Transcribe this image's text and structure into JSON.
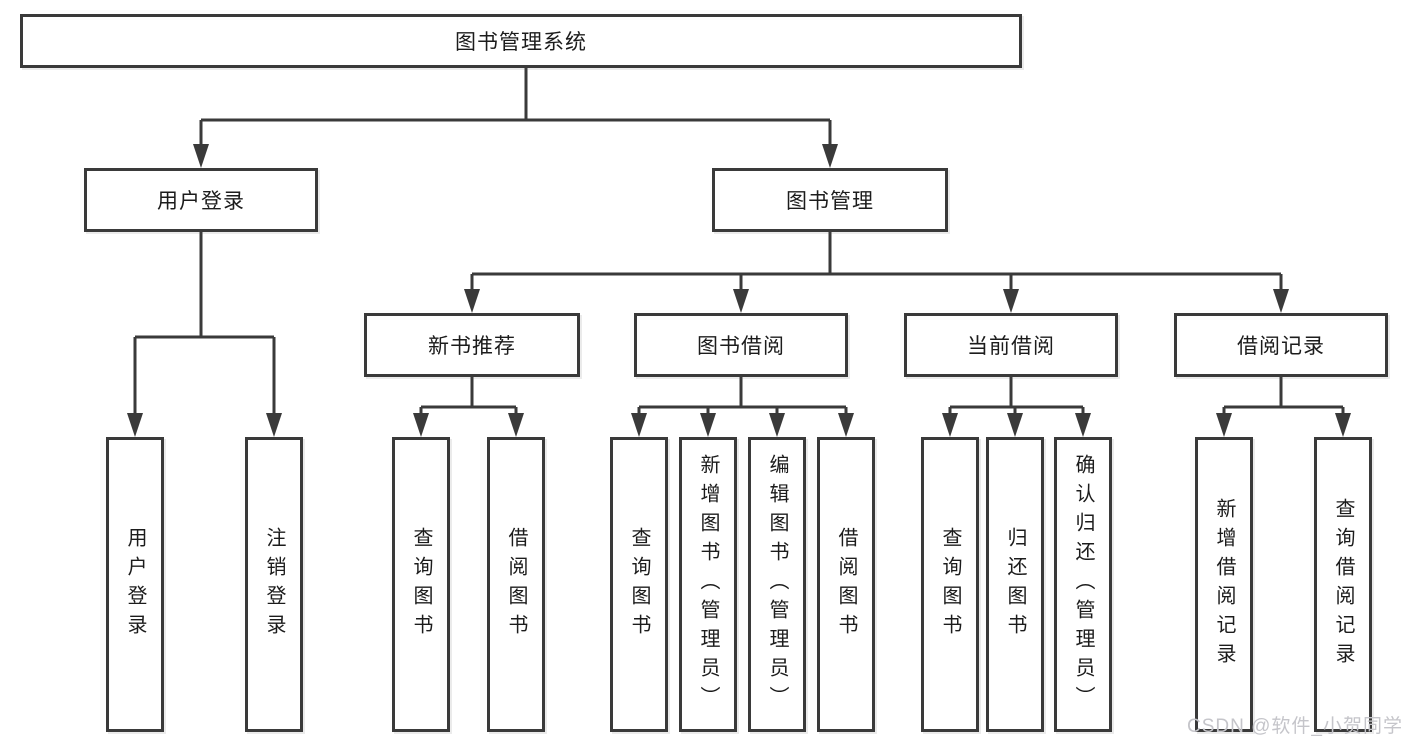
{
  "tree": {
    "label": "图书管理系统",
    "children": [
      {
        "label": "用户登录",
        "children": [
          {
            "label": "用户登录"
          },
          {
            "label": "注销登录"
          }
        ]
      },
      {
        "label": "图书管理",
        "children": [
          {
            "label": "新书推荐",
            "children": [
              {
                "label": "查询图书"
              },
              {
                "label": "借阅图书"
              }
            ]
          },
          {
            "label": "图书借阅",
            "children": [
              {
                "label": "查询图书"
              },
              {
                "label": "新增图书（管理员）"
              },
              {
                "label": "编辑图书（管理员）"
              },
              {
                "label": "借阅图书"
              }
            ]
          },
          {
            "label": "当前借阅",
            "children": [
              {
                "label": "查询图书"
              },
              {
                "label": "归还图书"
              },
              {
                "label": "确认归还（管理员）"
              }
            ]
          },
          {
            "label": "借阅记录",
            "children": [
              {
                "label": "新增借阅记录"
              },
              {
                "label": "查询借阅记录"
              }
            ]
          }
        ]
      }
    ]
  },
  "watermark": "CSDN @软件_小贺同学",
  "colors": {
    "line": "#3a3a3a",
    "box_border": "#3a3a3a",
    "text": "#1c1c1c",
    "watermark": "#c5c5ca",
    "background": "#ffffff"
  }
}
